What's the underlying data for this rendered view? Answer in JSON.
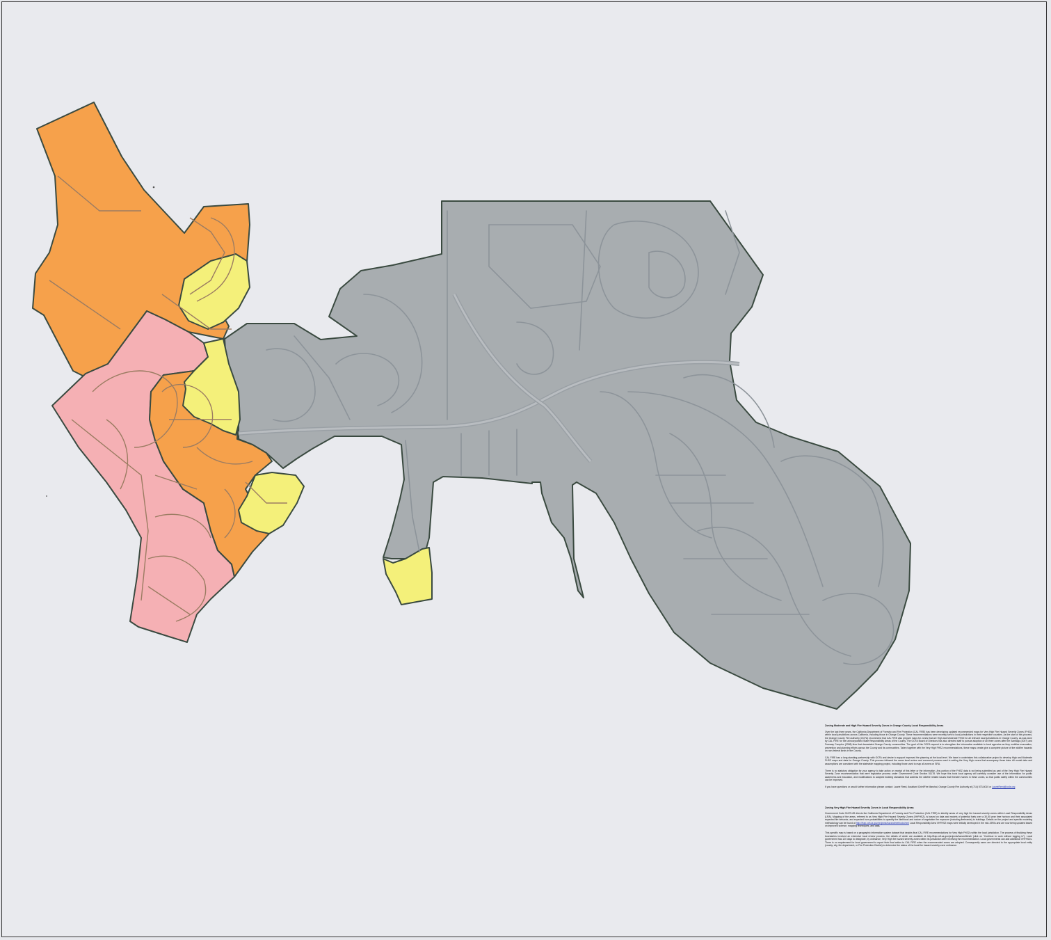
{
  "map": {
    "legend_colors": {
      "very_high": "#f6a14b",
      "high": "#f4f07a",
      "moderate": "#f5b0b4",
      "lra_non_vhfhsz": "#a8adb0"
    },
    "zones": [
      {
        "name": "orange-zone",
        "color": "#f6a14b"
      },
      {
        "name": "pink-zone",
        "color": "#f5b0b4"
      },
      {
        "name": "yellow-zone",
        "color": "#f4f07a"
      },
      {
        "name": "gray-zone",
        "color": "#a8adb0"
      }
    ]
  },
  "notes": {
    "section1_title": "Zoning Moderate and High Fire Hazard Severity Zones in Orange County Local Responsibility Areas",
    "section1_p1": "Over the last three years, the California Department of Forestry and Fire Protection (CAL FIRE) has been developing updated recommended maps for Very High Fire Hazard Severity Zones (FHSZ) within local jurisdictions across California, including those in Orange County. These recommendations were recently sent to local jurisdictions in their respective counties. As the start of this process, the Orange County Fire Authority (OCFA) recommend that CAL FIRE also prepare maps for zones that are High and Moderate FHSZ for all relevant local jurisdictions in Orange County, as was done by CAL FIRE for the unincorporated State Responsibility Areas of the County. The OCFA Board of Directors has also directed staff to pursue adoption of all three zones after the Santiago (2007) and Freeway Complex (2008) fires that devastated Orange County communities. The goal of this OCFA request is to strengthen the information available to local agencies as they mobilize evacuation, prevention and planning efforts across the County and its communities. Taken together with the Very High FHSZ recommendations, these maps create give a complete picture of the wildfire hazards on non-federal lands in the County.",
    "section1_p2": "CAL FIRE has a long-standing partnership with OCFA and desire to support improved fire planning at the local level. We have in undertaken this collaborative project to develop High and Moderate FHSZ maps and data for Orange County. This process followed the same local review and comment process used in setting the Very High zones that accompany these data. All model data and assumptions are consistent with the statewide mapping project, including those used to map all zones on SRA.",
    "section1_p3": "There is no statutory obligation for your agency to take action on receipt of this letter or the information. Any portion of the FHSZ data is not being submitted as part of the Very High Fire Hazard Severity Zone recommendation that were legislative process under Government Code Section 51178. We hope this tools local agency will carefully consider use of the information for public awareness and education, and modifications to adopted building standards that address the wildfire related issues that threaten homes in these zones, so that public safety within the communities can be improved.",
    "section1_p4_pre": "If you have questions or would further information please contact: Laurie Reed, Assistant Chief/Fire Marshal, Orange County Fire Authority at (714) 573-6010 or",
    "section1_link": "LaurieReed@ocfa.org",
    "section2_title": "Zoning Very High Fire Hazard Severity Zones in Local Responsibility Areas",
    "section2_p1_pre": "Government Code 51175-89 directs the California Department of Forestry and Fire Protection (CAL FIRE) to identify areas of very high fire hazard severity zones within Local Responsibility Areas (LRA). Mapping of the areas, referred to as Very High Fire Hazard Severity Zones (VHFHSZ), is based on data and models of potential fuels over a 30-50 year time horizon and their associated expected fire behavior, and expected burn probabilities to quantify the likelihood and nature of vegetation fire exposure (including firebrands) to buildings. Details on the project and specific modeling methodology can be found at",
    "section2_link": "http://frap.cdf.ca.gov/projects/hazard/methods.html",
    "section2_p1_post": "Local Responsibility Area VHFHSZ maps were initially developed in the mid-1990s and are now being updated based on improved science, mapping techniques, and data.",
    "section2_p2": "This specific map is based on a geographic information system dataset that depicts final CAL FIRE recommendations for Very High FHSZs within the local jurisdiction. The process of finalizing these boundaries involved an extensive local review process, the details of which are available at http://frap.cdf.ca.gov/projects/hazard/btnet/ (click on \"Continue to work without logging in\"). Local government has 120 days to designate, by ordinance, Very High fire hazard severity zones within its jurisdiction after receiving the recommendation. Local governments can add additional VHFHSZs. There is no requirement for local government to report their final action to CAL FIRE when the recommended zones are adopted. Consequently users are directed to the appropriate local entity (county, city, fire department, or Fire Protection District) to determine the status of the local fire hazard severity zone ordinance."
  }
}
